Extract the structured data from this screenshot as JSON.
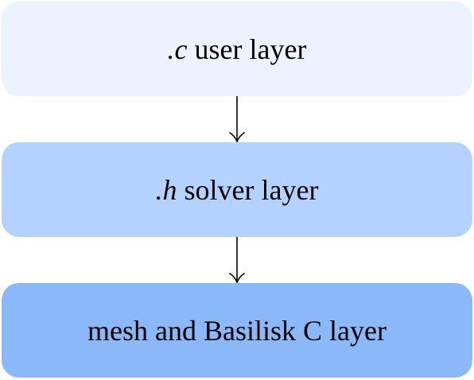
{
  "layers": [
    {
      "extension": ".c",
      "label": " user layer",
      "color": "#ecf3ff"
    },
    {
      "extension": ".h",
      "label": " solver layer",
      "color": "#b4d2ff"
    },
    {
      "extension": "",
      "label": "mesh and Basilisk C layer",
      "color": "#8ab8f8"
    }
  ],
  "arrow_color": "#000000"
}
